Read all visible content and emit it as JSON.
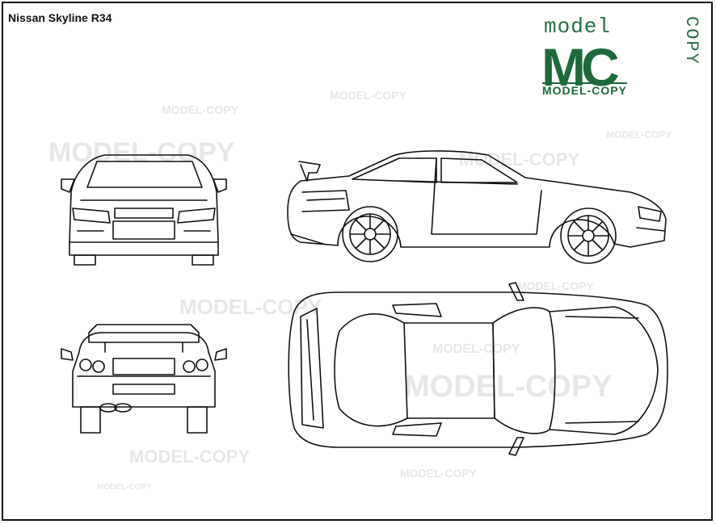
{
  "title": "Nissan Skyline R34",
  "logo": {
    "top_text": "model",
    "mark": "MC",
    "side_text": "COPY",
    "bottom_text": "MODEL-COPY",
    "color": "#1c6a3c"
  },
  "watermark_text": "MODEL-COPY",
  "views": [
    "front-view",
    "side-view",
    "rear-view",
    "top-view"
  ]
}
